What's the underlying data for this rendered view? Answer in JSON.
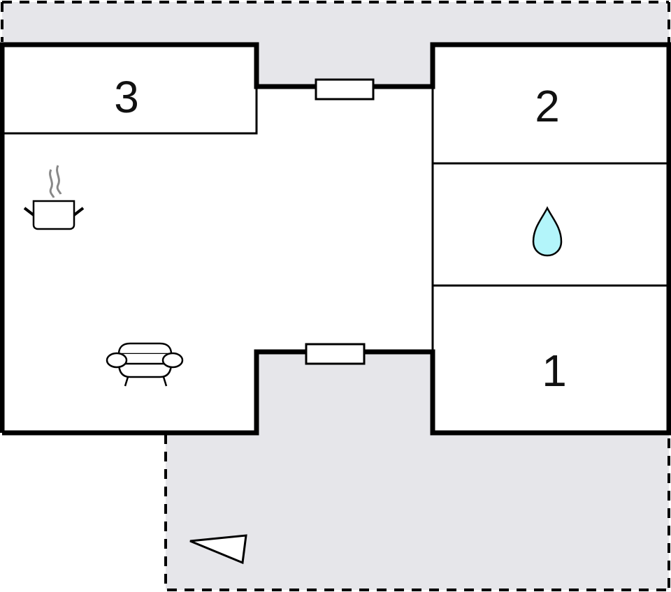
{
  "floorplan": {
    "rooms": [
      {
        "id": "room-1",
        "label": "1",
        "type": "bedroom"
      },
      {
        "id": "room-2",
        "label": "2",
        "type": "bedroom"
      },
      {
        "id": "room-3",
        "label": "3",
        "type": "bedroom"
      },
      {
        "id": "bathroom",
        "label": "",
        "type": "bathroom",
        "icon": "water-drop-icon"
      },
      {
        "id": "living-kitchen",
        "label": "",
        "type": "living-kitchen",
        "icons": [
          "cooking-pot-icon",
          "sofa-icon"
        ]
      }
    ],
    "doors": [
      {
        "id": "front-door",
        "position": "top"
      },
      {
        "id": "back-door",
        "position": "bottom"
      }
    ],
    "terrace": {
      "style": "dashed-outline",
      "fill": "#e6e6ea"
    },
    "compass": {
      "icon": "north-arrow-icon"
    },
    "colors": {
      "wall": "#000000",
      "terrace_fill": "#e6e6ea",
      "room_fill": "#ffffff",
      "water_drop": "#b3f5fa",
      "steam": "#808080"
    }
  }
}
